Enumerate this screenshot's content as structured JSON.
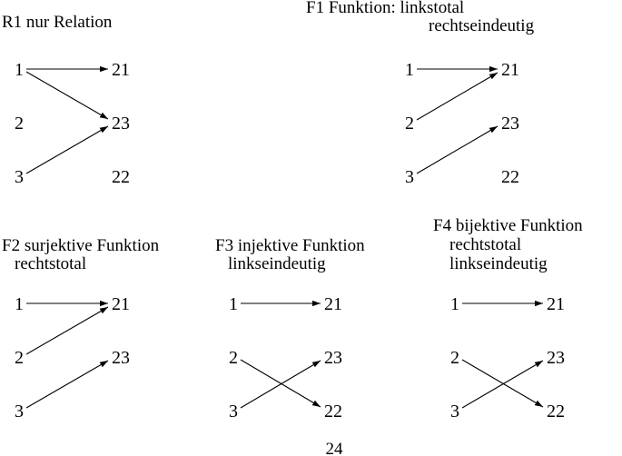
{
  "page_number": "24",
  "panels": [
    {
      "id": "R1",
      "title_lines": [
        "R1 nur Relation"
      ],
      "left_nodes": [
        "1",
        "2",
        "3"
      ],
      "right_nodes": [
        "21",
        "23",
        "22"
      ],
      "edges": [
        [
          "1",
          "21"
        ],
        [
          "1",
          "23"
        ],
        [
          "3",
          "23"
        ]
      ]
    },
    {
      "id": "F1",
      "title_lines": [
        "F1  Funktion: linkstotal",
        "rechtseindeutig"
      ],
      "left_nodes": [
        "1",
        "2",
        "3"
      ],
      "right_nodes": [
        "21",
        "23",
        "22"
      ],
      "edges": [
        [
          "1",
          "21"
        ],
        [
          "2",
          "21"
        ],
        [
          "3",
          "23"
        ]
      ]
    },
    {
      "id": "F2",
      "title_lines": [
        "F2  surjektive Funktion",
        "rechtstotal"
      ],
      "left_nodes": [
        "1",
        "2",
        "3"
      ],
      "right_nodes": [
        "21",
        "23"
      ],
      "edges": [
        [
          "1",
          "21"
        ],
        [
          "2",
          "21"
        ],
        [
          "3",
          "23"
        ]
      ]
    },
    {
      "id": "F3",
      "title_lines": [
        "F3  injektive Funktion",
        "linkseindeutig"
      ],
      "left_nodes": [
        "1",
        "2",
        "3"
      ],
      "right_nodes": [
        "21",
        "23",
        "22"
      ],
      "edges": [
        [
          "1",
          "21"
        ],
        [
          "2",
          "22"
        ],
        [
          "3",
          "23"
        ]
      ]
    },
    {
      "id": "F4",
      "title_lines": [
        "F4  bijektive Funktion",
        "rechtstotal",
        "linkseindeutig"
      ],
      "left_nodes": [
        "1",
        "2",
        "3"
      ],
      "right_nodes": [
        "21",
        "23",
        "22"
      ],
      "edges": [
        [
          "1",
          "21"
        ],
        [
          "2",
          "22"
        ],
        [
          "3",
          "23"
        ]
      ]
    }
  ]
}
